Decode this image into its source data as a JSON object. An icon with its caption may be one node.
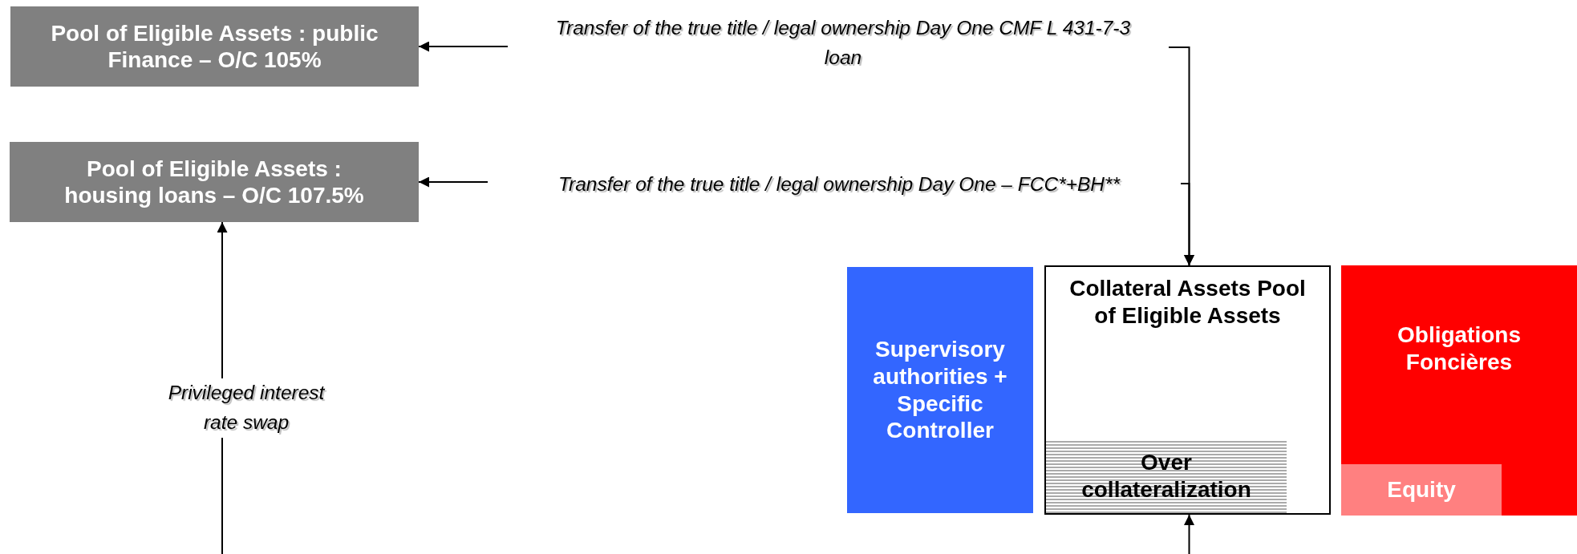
{
  "diagram": {
    "nodes": [
      {
        "text": [
          "Pool of Eligible Assets : public Finance – O/C 105%"
        ]
      },
      {
        "text": [
          "Transfer of the true title / legal ownership Day One CMF L 431-7-3 loan"
        ]
      },
      {
        "text": [
          "Pool of Eligible Assets : housing loans – O/C 107.5%"
        ]
      },
      {
        "text": [
          "Transfer of the true title / legal ownership Day One – FCC*+BH**"
        ]
      },
      {
        "text": [
          "Supervisory authorities + Specific Controller"
        ]
      },
      {
        "text": [
          "Collateral Assets Pool of Eligible Assets"
        ]
      },
      {
        "text": [
          "Over collateralization"
        ],
        "in": 5
      },
      {
        "text": [
          "Obligations Foncières"
        ]
      },
      {
        "text": [
          "Equity"
        ],
        "in": 7
      }
    ],
    "edges": [
      {
        "from": 1,
        "to": 0,
        "arrow": "to"
      },
      {
        "from": 3,
        "to": 2,
        "arrow": "to"
      },
      {
        "from": 1,
        "to": 5,
        "arrow": "to"
      },
      {
        "from": 3,
        "to": 5,
        "arrow": "to"
      },
      {
        "from": null,
        "to": 2,
        "arrow": "to",
        "label": "Privileged interest rate swap"
      },
      {
        "from": null,
        "to": 5,
        "arrow": "to"
      }
    ]
  }
}
